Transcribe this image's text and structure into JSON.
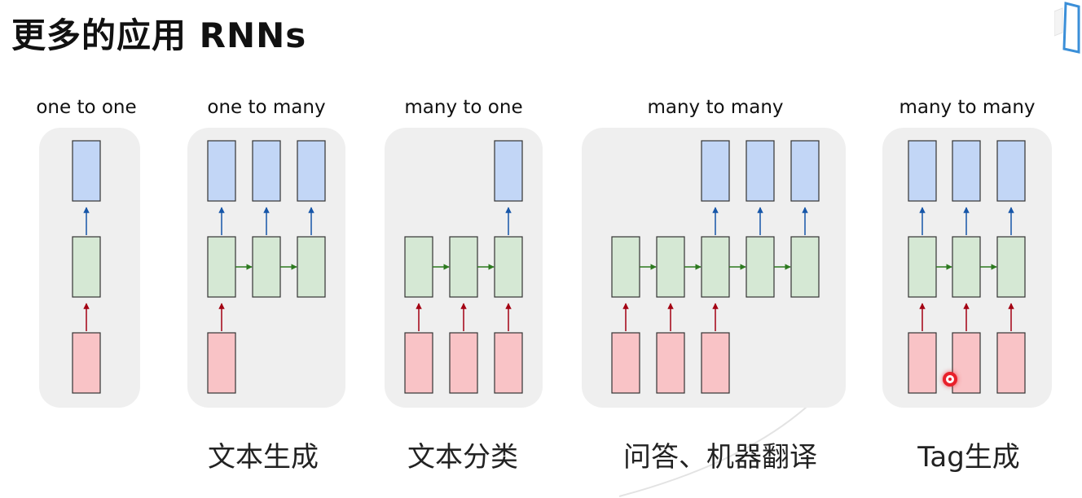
{
  "title": "更多的应用 RNNs",
  "colors": {
    "panel_bg": "#efefef",
    "input_fill": "#f9c3c6",
    "hidden_fill": "#d5e8d4",
    "output_fill": "#c2d6f6",
    "input_arrow": "#a30012",
    "hidden_arrow": "#2d7a1f",
    "output_arrow": "#1656a8",
    "box_stroke": "#333333"
  },
  "panels": [
    {
      "label": "one to one",
      "caption": "",
      "inputs": [
        1
      ],
      "hiddens": [
        1
      ],
      "outputs": [
        1
      ]
    },
    {
      "label": "one to many",
      "caption": "文本生成",
      "inputs": [
        1,
        0,
        0
      ],
      "hiddens": [
        1,
        1,
        1
      ],
      "outputs": [
        1,
        1,
        1
      ]
    },
    {
      "label": "many to one",
      "caption": "文本分类",
      "inputs": [
        1,
        1,
        1
      ],
      "hiddens": [
        1,
        1,
        1
      ],
      "outputs": [
        0,
        0,
        1
      ]
    },
    {
      "label": "many to many",
      "caption": "问答、机器翻译",
      "inputs": [
        1,
        1,
        1,
        0,
        0
      ],
      "hiddens": [
        1,
        1,
        1,
        1,
        1
      ],
      "outputs": [
        0,
        0,
        1,
        1,
        1
      ]
    },
    {
      "label": "many to many",
      "caption": "Tag生成",
      "inputs": [
        1,
        1,
        1
      ],
      "hiddens": [
        1,
        1,
        1
      ],
      "outputs": [
        1,
        1,
        1
      ]
    }
  ]
}
